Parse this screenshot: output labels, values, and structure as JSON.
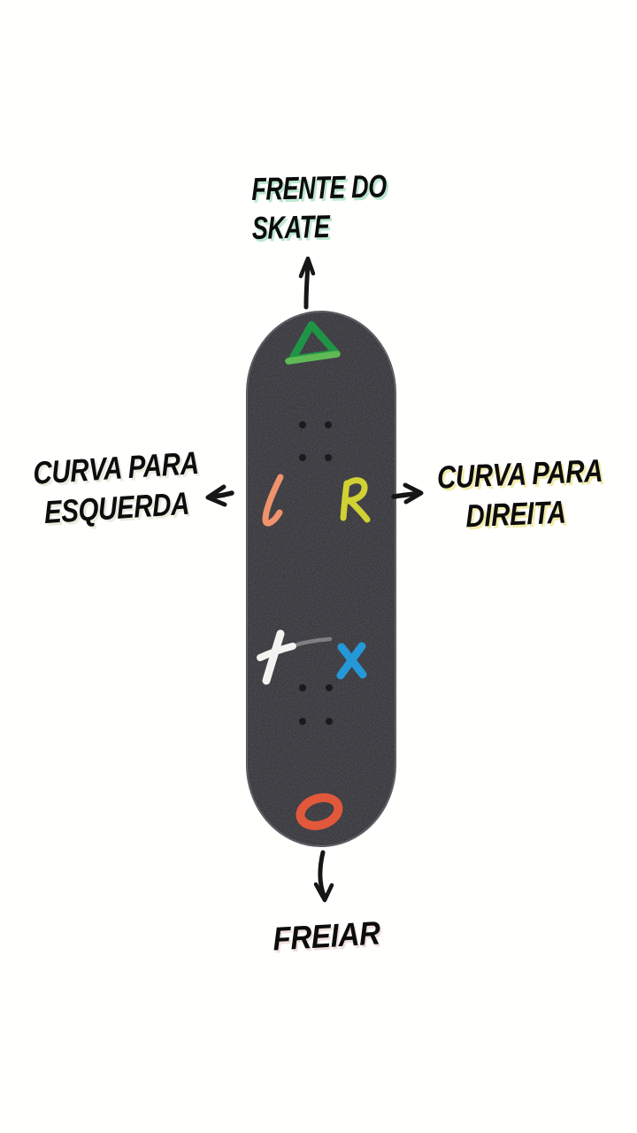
{
  "page": {
    "background": "#ffffff",
    "description": "Skateboard control diagram with PlayStation-style button symbols"
  },
  "labels": {
    "front": {
      "line1": "FRENTE DO",
      "line2": "SKATE",
      "glow": "#bde8cf"
    },
    "turn_left": {
      "line1": "CURVA PARA",
      "line2": "ESQUERDA",
      "glow": "#ecebdf"
    },
    "turn_right": {
      "line1": "CURVA PARA",
      "line2": "DIREITA",
      "glow": "#f2ecae"
    },
    "brake": {
      "text": "FREIAR",
      "glow": "#f0e1dc"
    }
  },
  "skateboard": {
    "grip_color": "#2b2b30",
    "edge_color": "#55555b",
    "hole_color": "#17171a",
    "symbols": [
      {
        "name": "triangle",
        "color": "#1f9447",
        "accent": "#5fba56"
      },
      {
        "name": "letter-l",
        "color": "#f0936b"
      },
      {
        "name": "letter-r",
        "color": "#d2d133"
      },
      {
        "name": "cross",
        "color": "#f3f3f1"
      },
      {
        "name": "letter-x",
        "color": "#2598d8"
      },
      {
        "name": "circle",
        "color": "#e2583a"
      }
    ]
  },
  "arrows": {
    "color": "#161616",
    "up": "arrow-up",
    "down": "arrow-down",
    "left": "arrow-left",
    "right": "arrow-right"
  }
}
